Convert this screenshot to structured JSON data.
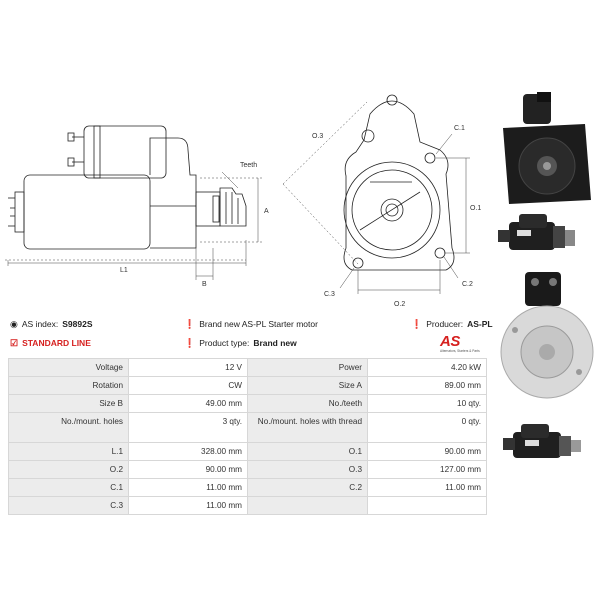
{
  "header": {
    "as_index_label": "AS index:",
    "as_index_value": "S9892S",
    "brand_new_text": "Brand new AS-PL Starter motor",
    "producer_label": "Producer:",
    "producer_value": "AS-PL",
    "standard_line": "STANDARD LINE",
    "product_type_label": "Product type:",
    "product_type_value": "Brand new"
  },
  "logo": {
    "mark": "AS",
    "tagline": "Alternators, Starters & Parts"
  },
  "diagram": {
    "labels": {
      "teeth": "Teeth",
      "a": "A",
      "l1": "L1",
      "b": "B",
      "o3": "O.3",
      "c1": "C.1",
      "o1": "O.1",
      "c3": "C.3",
      "o2": "O.2",
      "c2": "C.2"
    }
  },
  "specs": {
    "rows": [
      {
        "l1": "Voltage",
        "v1": "12 V",
        "l2": "Power",
        "v2": "4.20 kW"
      },
      {
        "l1": "Rotation",
        "v1": "CW",
        "l2": "Size A",
        "v2": "89.00 mm"
      },
      {
        "l1": "Size B",
        "v1": "49.00 mm",
        "l2": "No./teeth",
        "v2": "10 qty."
      },
      {
        "l1": "No./mount. holes",
        "v1": "3 qty.",
        "l2": "No./mount. holes with thread",
        "v2": "0 qty."
      },
      {
        "l1": "L.1",
        "v1": "328.00 mm",
        "l2": "O.1",
        "v2": "90.00 mm"
      },
      {
        "l1": "O.2",
        "v1": "90.00 mm",
        "l2": "O.3",
        "v2": "127.00 mm"
      },
      {
        "l1": "C.1",
        "v1": "11.00 mm",
        "l2": "C.2",
        "v2": "11.00 mm"
      },
      {
        "l1": "C.3",
        "v1": "11.00 mm",
        "l2": "",
        "v2": ""
      }
    ]
  },
  "colors": {
    "accent": "#d6201f",
    "label_bg": "#ececec",
    "border": "#d7d7d7"
  }
}
